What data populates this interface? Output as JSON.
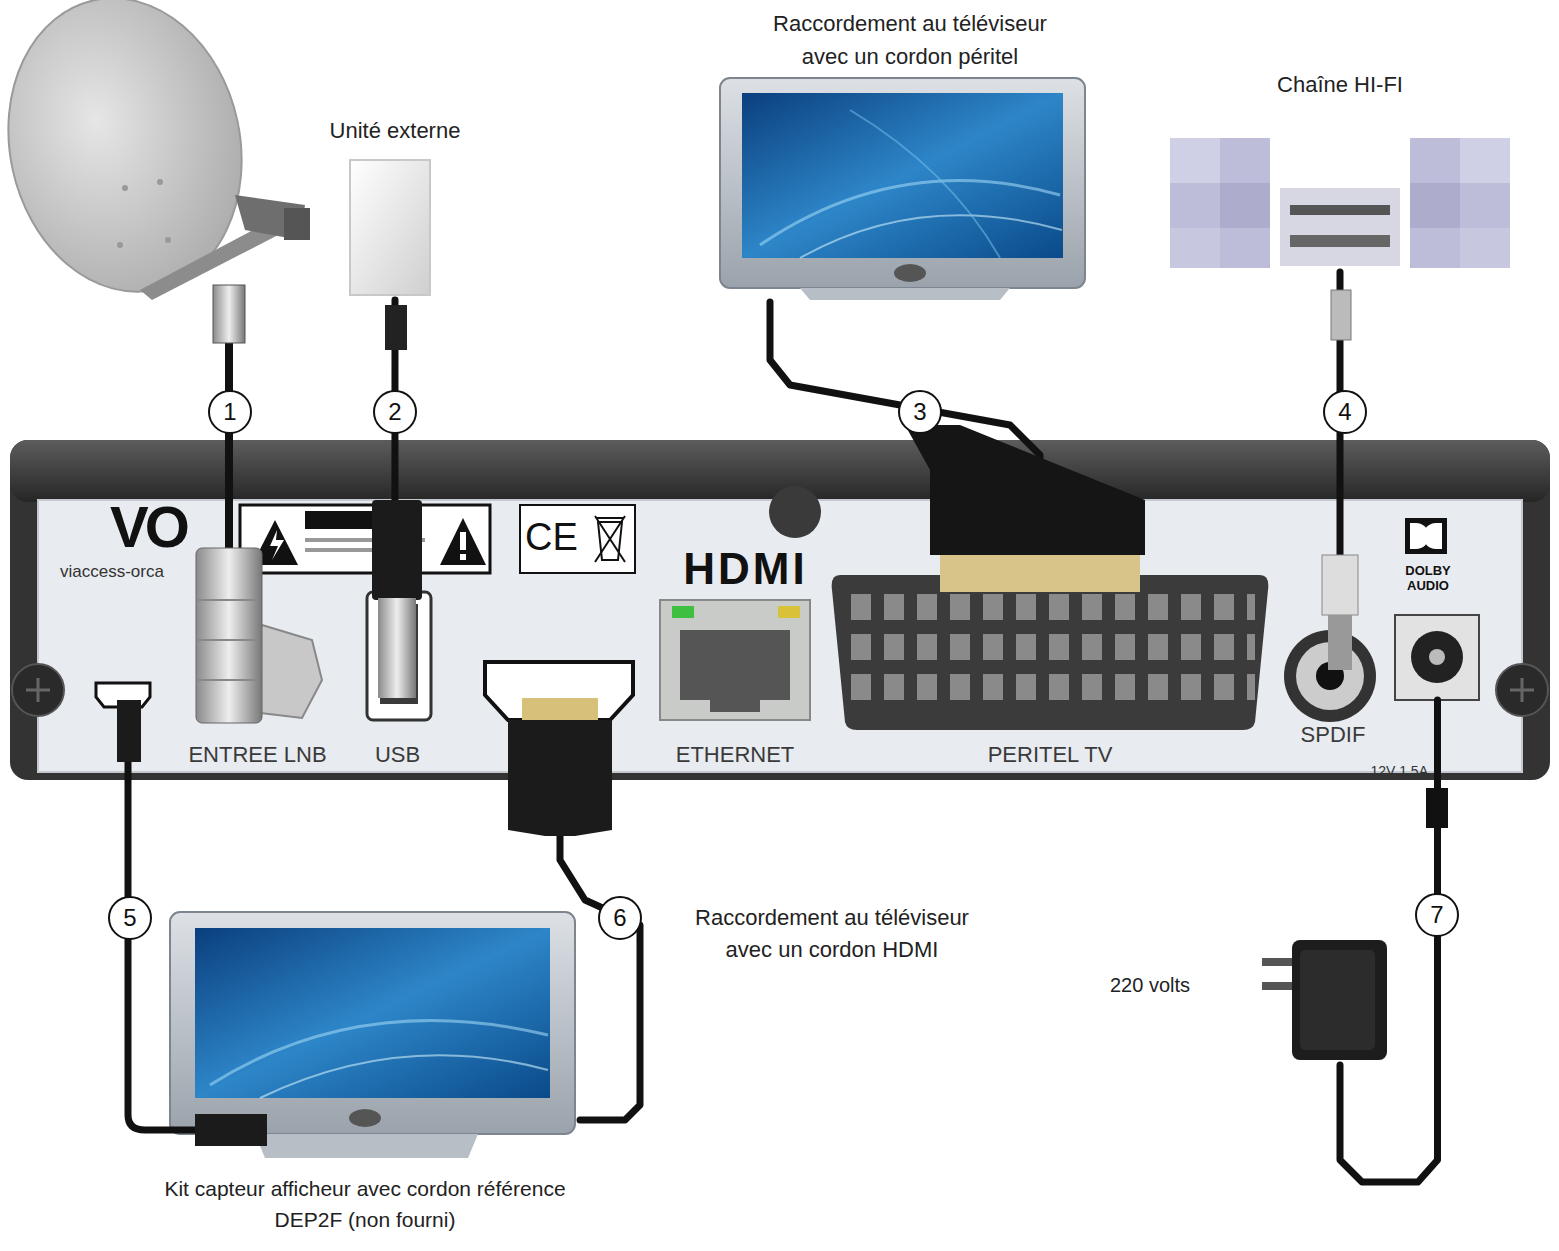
{
  "diagram": {
    "nodes": [
      {
        "text": [
          "Unité externe"
        ]
      },
      {
        "text": [
          "Raccordement au téléviseur avec un cordon péritel"
        ]
      },
      {
        "text": [
          "Chaîne HI-FI"
        ]
      },
      {
        "text": [
          "VO",
          "viaccess-orca",
          "DOLBY AUDIO"
        ]
      },
      {
        "text": [
          "ENTREE LNB"
        ],
        "in": 3
      },
      {
        "text": [
          "USB"
        ],
        "in": 3
      },
      {
        "text": [
          "HDMI"
        ],
        "in": 3
      },
      {
        "text": [
          "ETHERNET"
        ],
        "in": 3
      },
      {
        "text": [
          "PERITEL TV"
        ],
        "in": 3
      },
      {
        "text": [
          "SPDIF"
        ],
        "in": 3
      },
      {
        "text": [
          "12V 1,5A"
        ],
        "in": 3
      },
      {
        "text": [
          "Kit capteur afficheur avec cordon référence DEP2F (non fourni)"
        ]
      },
      {
        "text": [
          "220 volts"
        ]
      }
    ],
    "edges": [
      {
        "from": 0,
        "to": 5,
        "label": "2",
        "arrow": "none"
      },
      {
        "from": 1,
        "to": 8,
        "label": "3",
        "arrow": "none"
      },
      {
        "from": 2,
        "to": 9,
        "label": "4",
        "arrow": "none"
      },
      {
        "from": 6,
        "to": 11,
        "label": "6",
        "arrow": "none"
      },
      {
        "from": 12,
        "to": 10,
        "label": "7",
        "arrow": "none"
      }
    ],
    "labels": [
      "1",
      "5",
      "Raccordement au téléviseur avec un cordon HDMI",
      "CE"
    ]
  }
}
